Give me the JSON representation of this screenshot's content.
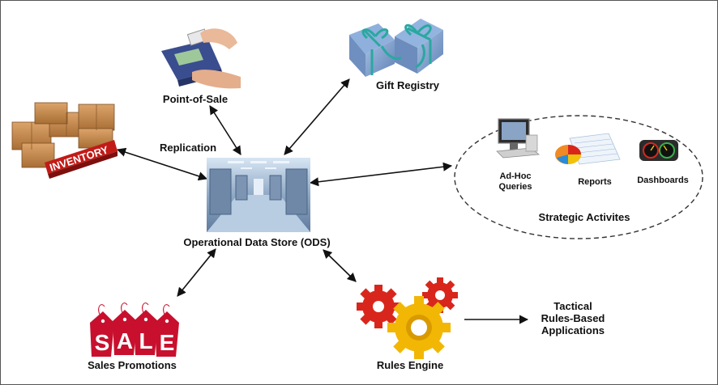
{
  "diagram": {
    "center": "Operational Data Store (ODS)",
    "replication": "Replication",
    "pos": "Point-of-Sale",
    "gift": "Gift Registry",
    "inventory_label": "INVENTORY",
    "strategic": {
      "title": "Strategic Activites",
      "adhoc_line1": "Ad-Hoc",
      "adhoc_line2": "Queries",
      "reports": "Reports",
      "dashboards": "Dashboards"
    },
    "sales": "Sales Promotions",
    "sale_sign": [
      "S",
      "A",
      "L",
      "E"
    ],
    "rules": "Rules Engine",
    "tactical": [
      "Tactical",
      "Rules-Based",
      "Applications"
    ]
  },
  "colors": {
    "arrow": "#111111",
    "sale_red": "#c8102e",
    "gear_red": "#d9261c",
    "gear_yellow": "#f2b705",
    "gift_blue": "#7a9ccc",
    "ribbon_teal": "#2aa8a0",
    "box_brown": "#c58a4b",
    "inventory_red": "#c21b17",
    "ods_blue": "#9db6d2"
  }
}
